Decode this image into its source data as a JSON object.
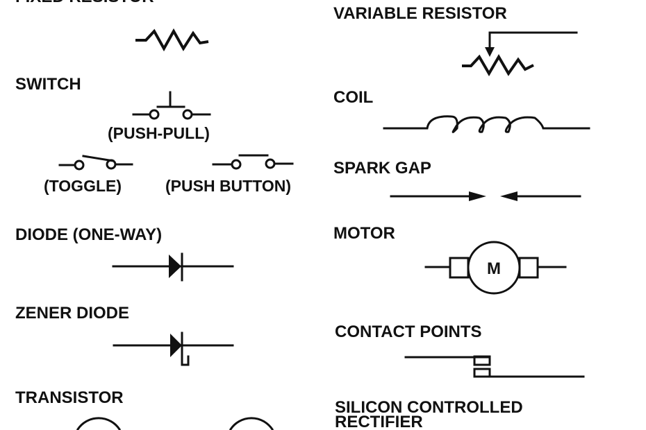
{
  "symbols": {
    "fixed_resistor": {
      "label": "FIXED RESISTOR"
    },
    "variable_resistor": {
      "label": "VARIABLE RESISTOR"
    },
    "switch": {
      "label": "SWITCH",
      "push_pull": "(PUSH-PULL)",
      "toggle": "(TOGGLE)",
      "push_button": "(PUSH BUTTON)"
    },
    "coil": {
      "label": "COIL"
    },
    "spark_gap": {
      "label": "SPARK GAP"
    },
    "diode": {
      "label": "DIODE (ONE-WAY)"
    },
    "motor": {
      "label": "MOTOR",
      "glyph": "M"
    },
    "zener_diode": {
      "label": "ZENER DIODE"
    },
    "contact_points": {
      "label": "CONTACT POINTS"
    },
    "transistor": {
      "label": "TRANSISTOR"
    },
    "scr": {
      "label_line1": "SILICON CONTROLLED",
      "label_line2": "RECTIFIER"
    }
  }
}
